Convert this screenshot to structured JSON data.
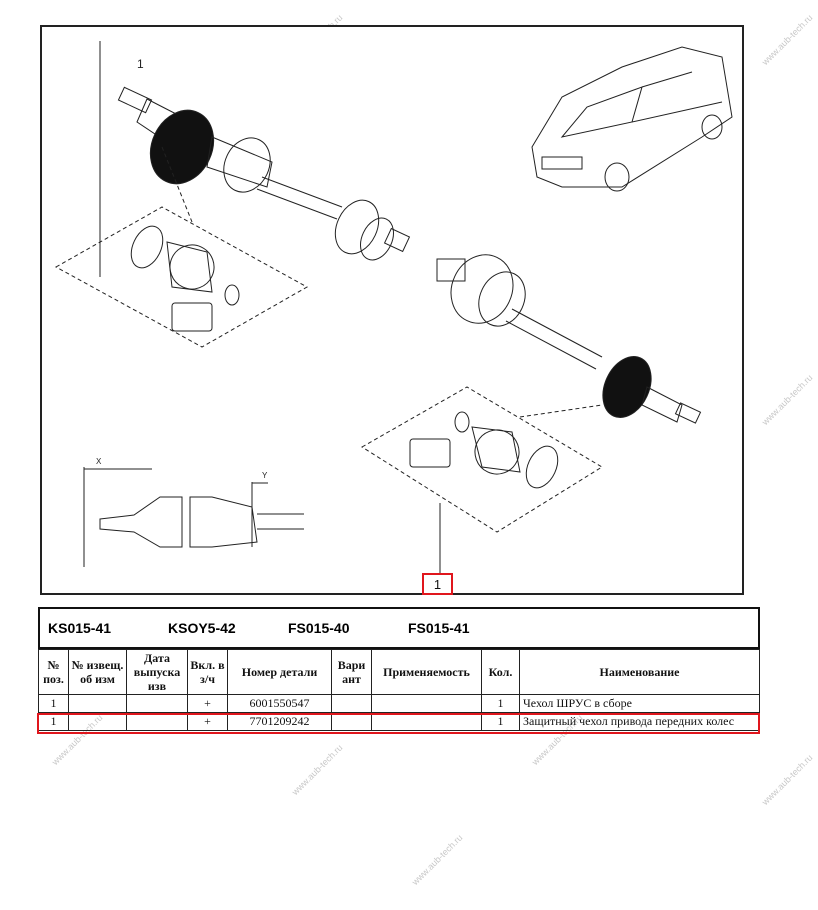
{
  "diagram": {
    "callout_top": "1",
    "callout_bottom": "1",
    "axis_x_label": "X",
    "axis_y_label": "Y"
  },
  "codes": [
    "KS015-41",
    "KSOY5-42",
    "FS015-40",
    "FS015-41"
  ],
  "table": {
    "headers": [
      "№ поз.",
      "№ извещ. об изм",
      "Дата выпуска изв",
      "Вкл. в з/ч",
      "Номер детали",
      "Вари ант",
      "Применяемость",
      "Кол.",
      "Наименование"
    ],
    "rows": [
      {
        "pos": "1",
        "notice": "",
        "date": "",
        "incl": "+",
        "part_number": "6001550547",
        "variant": "",
        "applicability": "",
        "qty": "1",
        "name": "Чехол ШРУС в сборе"
      },
      {
        "pos": "1",
        "notice": "",
        "date": "",
        "incl": "+",
        "part_number": "7701209242",
        "variant": "",
        "applicability": "",
        "qty": "1",
        "name": "Защитный чехол привода передних колес"
      }
    ]
  },
  "watermark_text": "www.aub-tech.ru",
  "colors": {
    "highlight": "#e0161d"
  }
}
